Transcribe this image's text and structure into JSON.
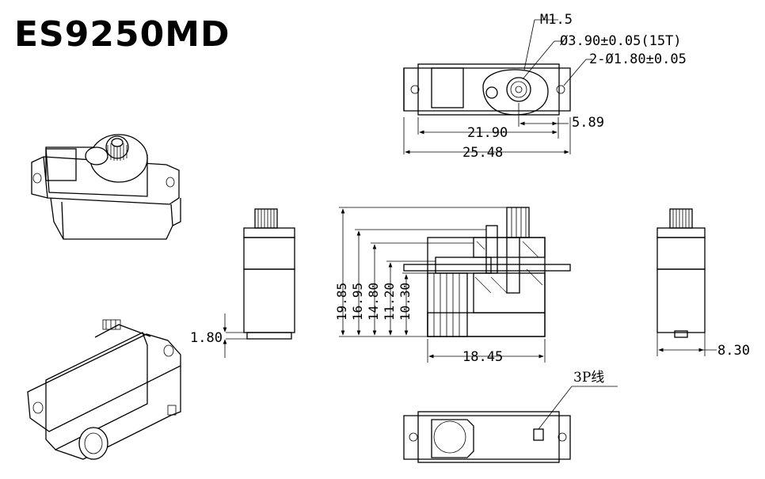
{
  "title": "ES9250MD",
  "annotations": {
    "m15": "M1.5",
    "d390": "Ø3.90±0.05(15T)",
    "d180": "2-Ø1.80±0.05",
    "w2190": "21.90",
    "w589": "5.89",
    "w2548": "25.48",
    "h1985": "19.85",
    "h1695": "16.95",
    "h1480": "14.80",
    "h1120": "11.20",
    "h1030": "10.30",
    "w1845": "18.45",
    "h180": "1.80",
    "w830": "8.30",
    "wire": "3P线"
  }
}
